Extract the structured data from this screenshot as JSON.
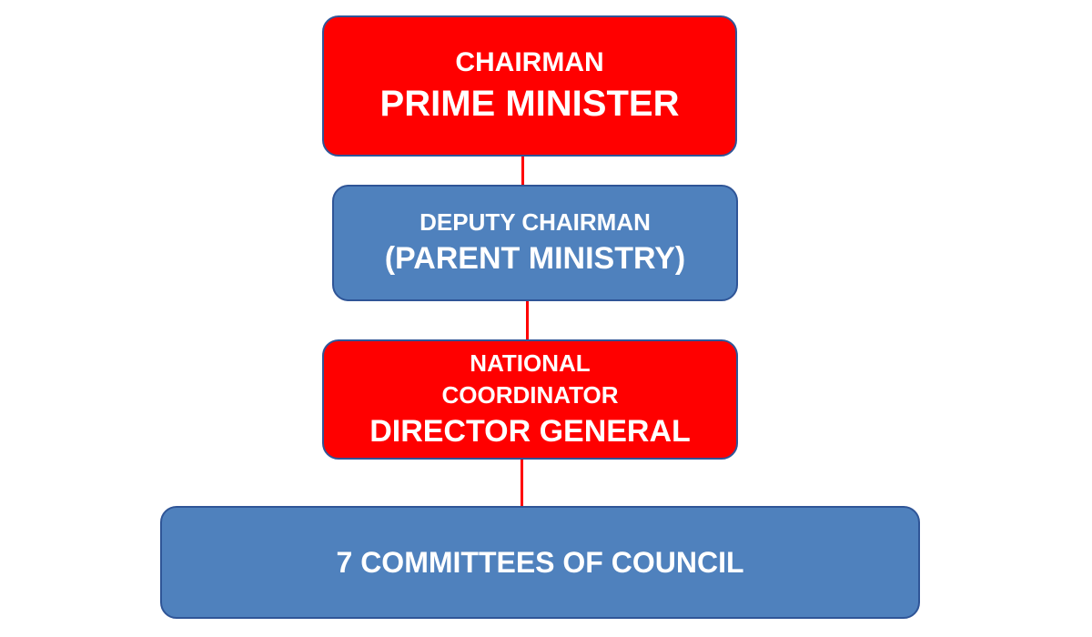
{
  "nodes": {
    "chairman": {
      "role": "CHAIRMAN",
      "title": "PRIME MINISTER",
      "color": "#ff0000"
    },
    "deputy": {
      "role": "DEPUTY CHAIRMAN",
      "title": "(PARENT MINISTRY)",
      "color": "#4f81bd"
    },
    "coordinator": {
      "role_line1": "NATIONAL",
      "role_line2": "COORDINATOR",
      "title": "DIRECTOR GENERAL",
      "color": "#ff0000"
    },
    "committees": {
      "title": "7 COMMITTEES OF COUNCIL",
      "color": "#4f81bd"
    }
  },
  "connector_color": "#ff0000"
}
